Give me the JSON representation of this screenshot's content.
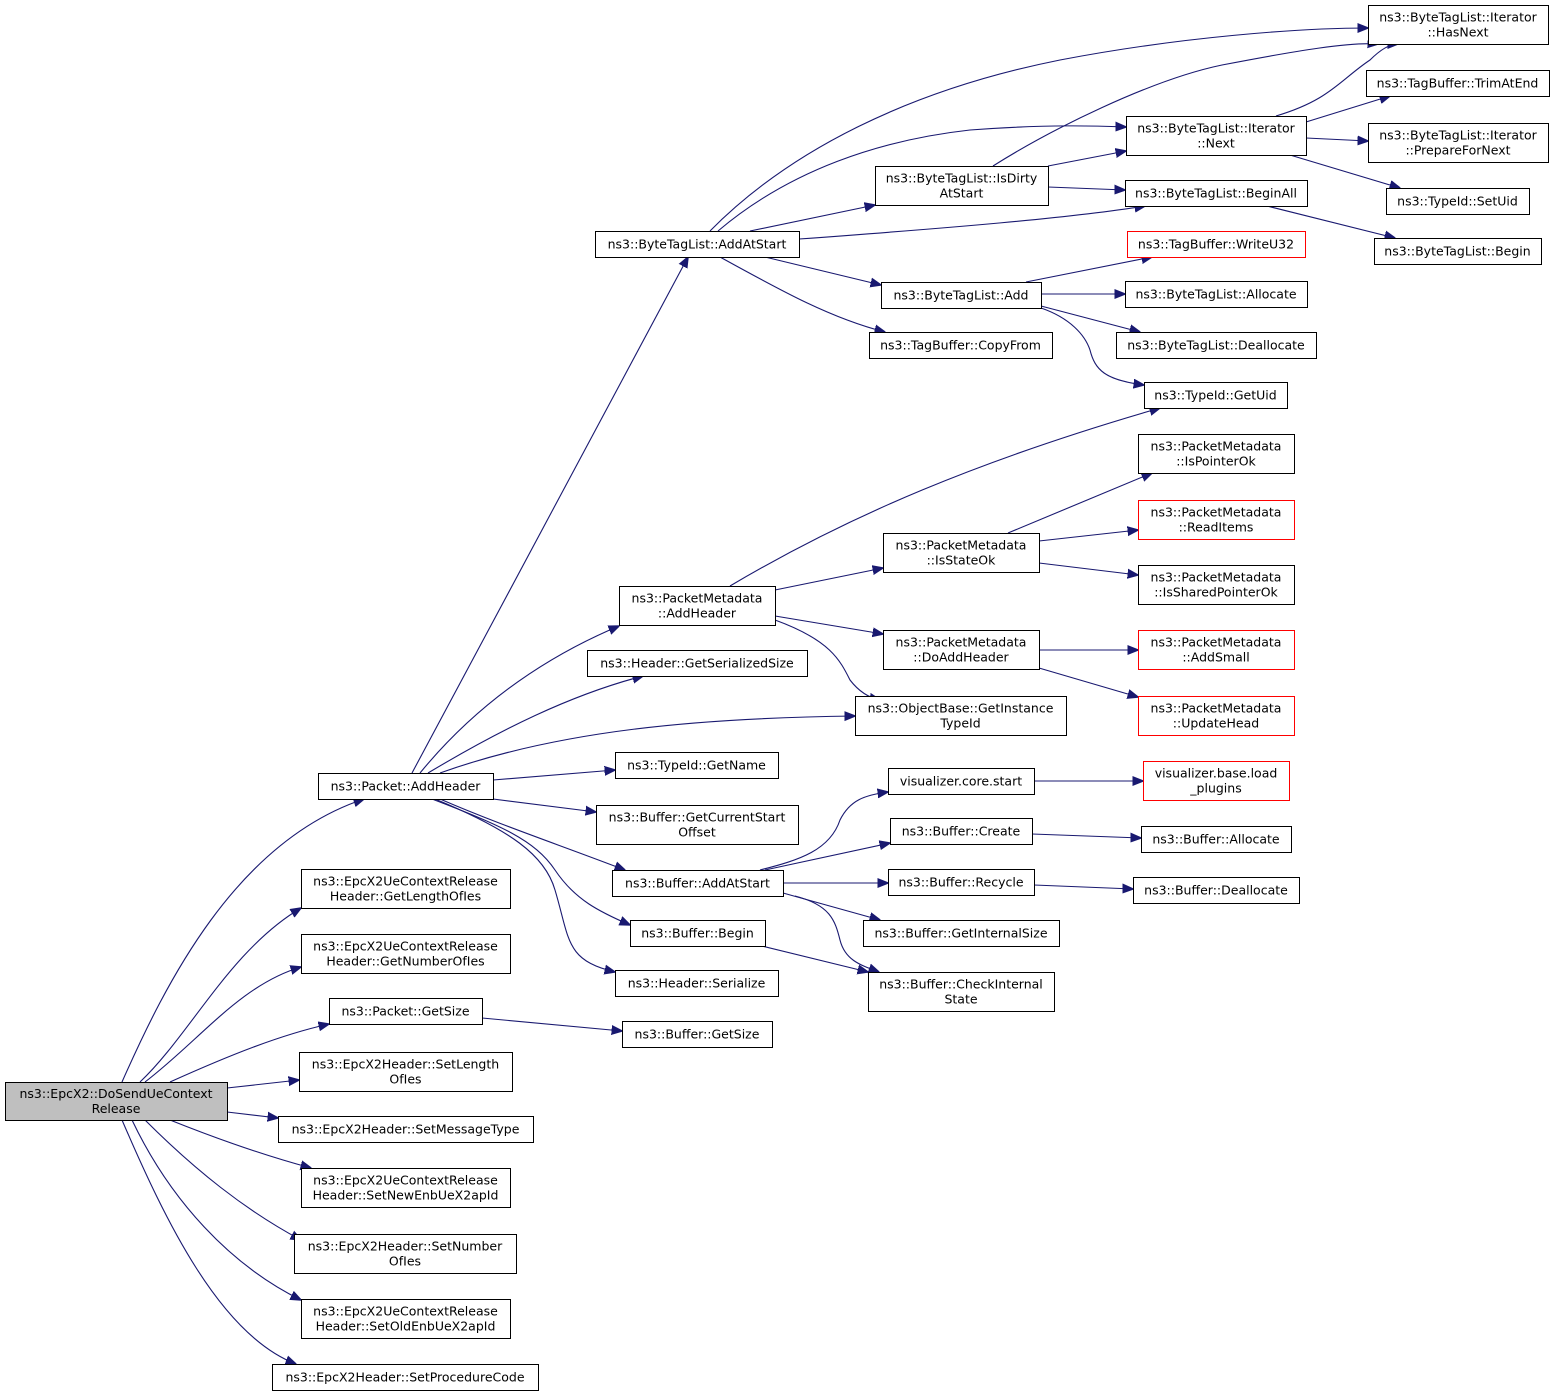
{
  "nodes": {
    "n0": [
      "ns3::EpcX2::DoSendUeContext",
      "Release"
    ],
    "n1": [
      "ns3::Packet::AddHeader"
    ],
    "n2": [
      "ns3::EpcX2UeContextRelease",
      "Header::GetLengthOfIes"
    ],
    "n3": [
      "ns3::EpcX2UeContextRelease",
      "Header::GetNumberOfIes"
    ],
    "n4": [
      "ns3::Packet::GetSize"
    ],
    "n5": [
      "ns3::EpcX2Header::SetLength",
      "OfIes"
    ],
    "n6": [
      "ns3::EpcX2Header::SetMessageType"
    ],
    "n7": [
      "ns3::EpcX2UeContextRelease",
      "Header::SetNewEnbUeX2apId"
    ],
    "n8": [
      "ns3::EpcX2Header::SetNumber",
      "OfIes"
    ],
    "n9": [
      "ns3::EpcX2UeContextRelease",
      "Header::SetOldEnbUeX2apId"
    ],
    "n10": [
      "ns3::EpcX2Header::SetProcedureCode"
    ],
    "n11": [
      "ns3::ByteTagList::AddAtStart"
    ],
    "n12": [
      "ns3::PacketMetadata",
      "::AddHeader"
    ],
    "n13": [
      "ns3::Header::GetSerializedSize"
    ],
    "n14": [
      "ns3::TypeId::GetName"
    ],
    "n15": [
      "ns3::Buffer::GetCurrentStart",
      "Offset"
    ],
    "n16": [
      "ns3::Buffer::AddAtStart"
    ],
    "n17": [
      "ns3::Buffer::Begin"
    ],
    "n18": [
      "ns3::Header::Serialize"
    ],
    "n19": [
      "ns3::Buffer::GetSize"
    ],
    "n20": [
      "ns3::ByteTagList::IsDirty",
      "AtStart"
    ],
    "n21": [
      "ns3::ByteTagList::Add"
    ],
    "n22": [
      "ns3::TagBuffer::CopyFrom"
    ],
    "n23": [
      "ns3::PacketMetadata",
      "::IsStateOk"
    ],
    "n24": [
      "ns3::PacketMetadata",
      "::DoAddHeader"
    ],
    "n25": [
      "ns3::ObjectBase::GetInstance",
      "TypeId"
    ],
    "n26": [
      "visualizer.core.start"
    ],
    "n27": [
      "ns3::Buffer::Create"
    ],
    "n28": [
      "ns3::Buffer::Recycle"
    ],
    "n29": [
      "ns3::Buffer::GetInternalSize"
    ],
    "n30": [
      "ns3::Buffer::CheckInternal",
      "State"
    ],
    "n31": [
      "ns3::ByteTagList::Iterator",
      "::HasNext"
    ],
    "n32": [
      "ns3::TagBuffer::TrimAtEnd"
    ],
    "n33": [
      "ns3::ByteTagList::Iterator",
      "::Next"
    ],
    "n34": [
      "ns3::ByteTagList::Iterator",
      "::PrepareForNext"
    ],
    "n35": [
      "ns3::TypeId::SetUid"
    ],
    "n36": [
      "ns3::ByteTagList::BeginAll"
    ],
    "n37": [
      "ns3::ByteTagList::Begin"
    ],
    "n38": [
      "ns3::TagBuffer::WriteU32"
    ],
    "n39": [
      "ns3::ByteTagList::Allocate"
    ],
    "n40": [
      "ns3::ByteTagList::Deallocate"
    ],
    "n41": [
      "ns3::TypeId::GetUid"
    ],
    "n42": [
      "ns3::PacketMetadata",
      "::IsPointerOk"
    ],
    "n43": [
      "ns3::PacketMetadata",
      "::ReadItems"
    ],
    "n44": [
      "ns3::PacketMetadata",
      "::IsSharedPointerOk"
    ],
    "n45": [
      "ns3::PacketMetadata",
      "::AddSmall"
    ],
    "n46": [
      "ns3::PacketMetadata",
      "::UpdateHead"
    ],
    "n47": [
      "visualizer.base.load",
      "_plugins"
    ],
    "n48": [
      "ns3::Buffer::Allocate"
    ],
    "n49": [
      "ns3::Buffer::Deallocate"
    ]
  },
  "colors": {
    "edge": "#191970",
    "root_fill": "#bfbfbf",
    "node_border": "#000000",
    "truncated_border": "#ff0000"
  }
}
